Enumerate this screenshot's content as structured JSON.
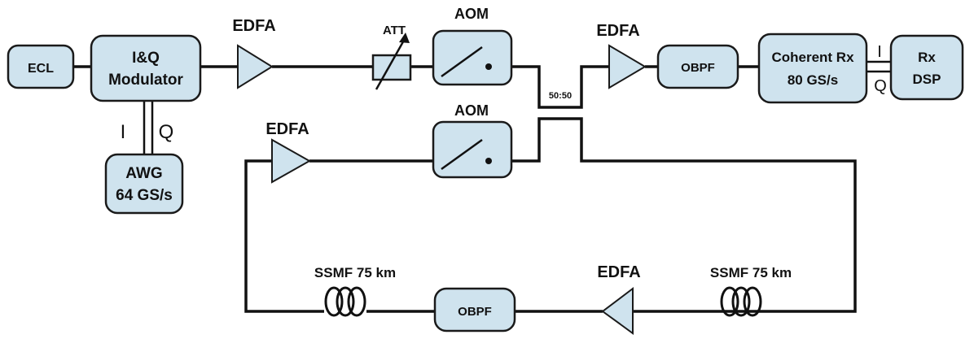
{
  "blocks": {
    "ecl": "ECL",
    "modulator": [
      "I&Q",
      "Modulator"
    ],
    "awg": [
      "AWG",
      "64 GS/s"
    ],
    "edfa_label": "EDFA",
    "att": "ATT",
    "aom": "AOM",
    "coupler": "50:50",
    "obpf": "OBPF",
    "coherent_rx": [
      "Coherent Rx",
      "80 GS/s"
    ],
    "rx_dsp": [
      "Rx",
      "DSP"
    ],
    "ssmf": "SSMF 75 km"
  },
  "iq_labels": {
    "i": "I",
    "q": "Q"
  },
  "colors": {
    "block_fill": "#cfe3ee",
    "line": "#111111"
  }
}
